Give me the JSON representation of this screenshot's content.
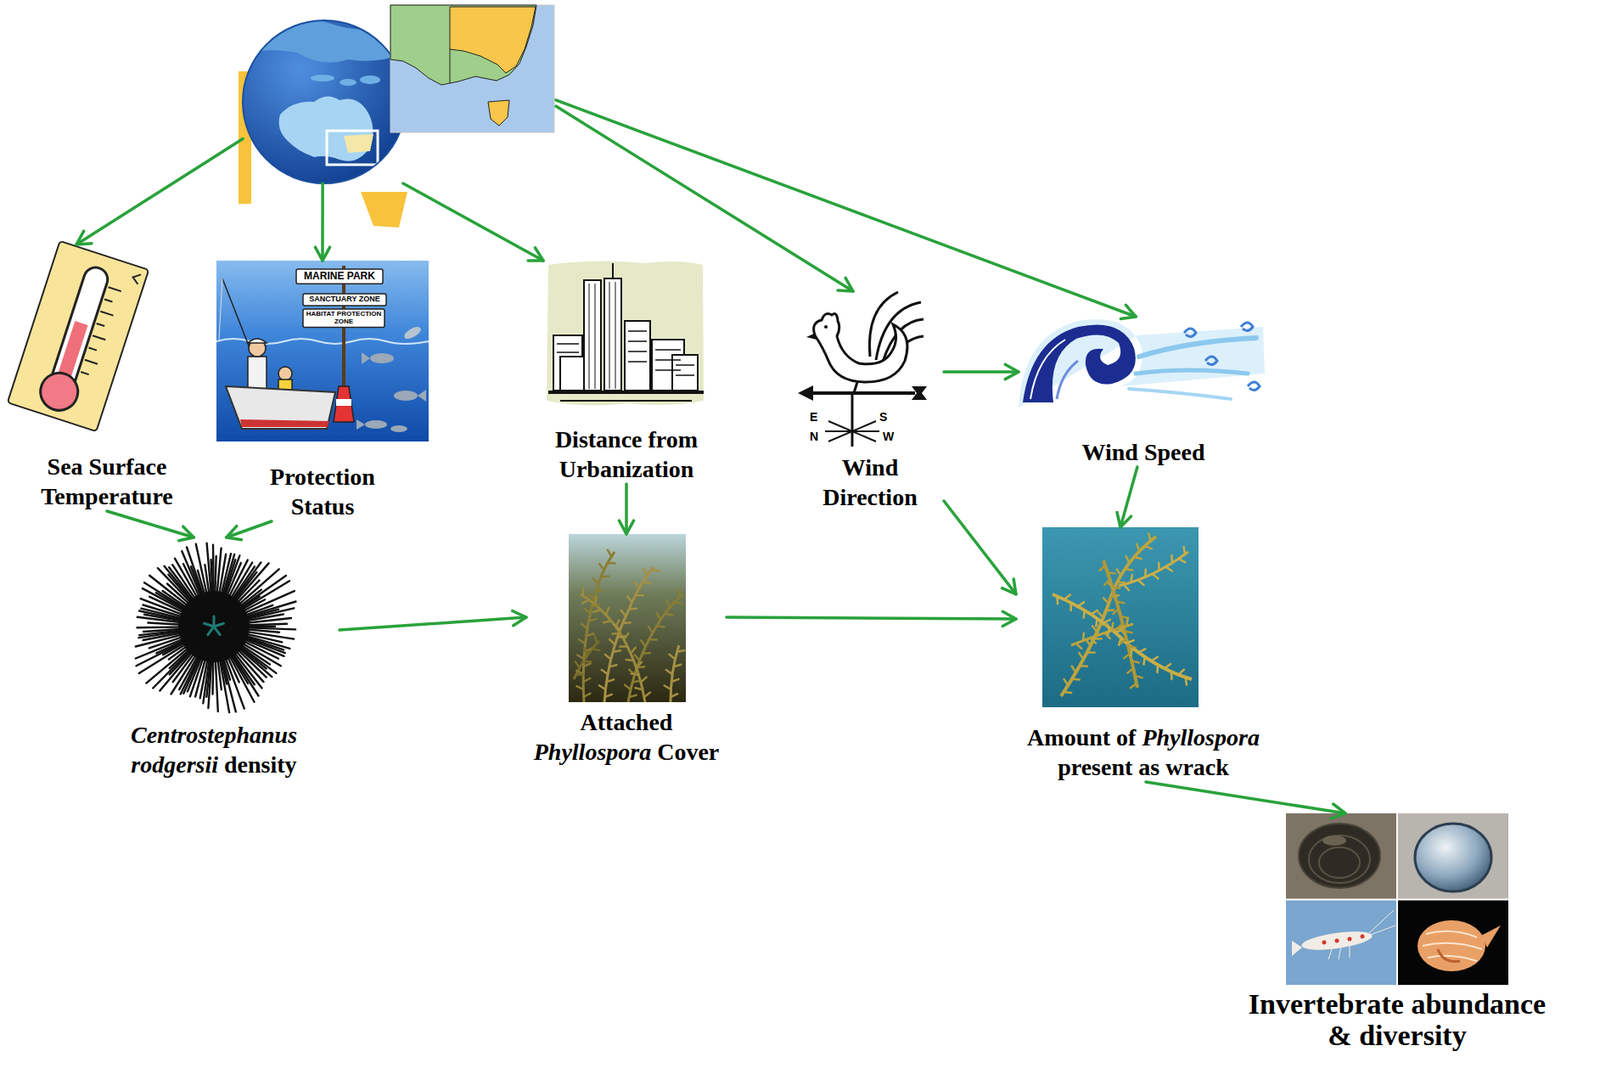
{
  "diagram": {
    "nodes": [
      {
        "text": []
      },
      {
        "text": [
          "Sea Surface Temperature"
        ]
      },
      {
        "text": [
          "Protection Status"
        ]
      },
      {
        "text": [
          "Distance from Urbanization"
        ]
      },
      {
        "text": [
          "Wind Direction"
        ]
      },
      {
        "text": [
          "Wind Speed"
        ]
      },
      {
        "text": [
          "Centrostephanus rodgersii density"
        ]
      },
      {
        "text": [
          "Attached Phyllospora Cover"
        ]
      },
      {
        "text": [
          "Amount of Phyllospora present as wrack"
        ]
      },
      {
        "text": [
          "Invertebrate abundance & diversity"
        ]
      }
    ],
    "edges": [
      {
        "from": 0,
        "to": 1,
        "arrow": "to"
      },
      {
        "from": 0,
        "to": 2,
        "arrow": "to"
      },
      {
        "from": 0,
        "to": 3,
        "arrow": "to"
      },
      {
        "from": 0,
        "to": 4,
        "arrow": "to"
      },
      {
        "from": 0,
        "to": 5,
        "arrow": "to"
      },
      {
        "from": 1,
        "to": 6,
        "arrow": "to"
      },
      {
        "from": 2,
        "to": 6,
        "arrow": "to"
      },
      {
        "from": 3,
        "to": 7,
        "arrow": "to"
      },
      {
        "from": 4,
        "to": 5,
        "arrow": "to"
      },
      {
        "from": 4,
        "to": 8,
        "arrow": "to"
      },
      {
        "from": 5,
        "to": 8,
        "arrow": "to"
      },
      {
        "from": 6,
        "to": 7,
        "arrow": "to"
      },
      {
        "from": 7,
        "to": 8,
        "arrow": "to"
      },
      {
        "from": 8,
        "to": 9,
        "arrow": "to"
      }
    ],
    "labels": [
      "MARINE PARK",
      "SANCTUARY ZONE",
      "HABITAT PROTECTION ZONE",
      "E",
      "S",
      "N",
      "W"
    ]
  }
}
